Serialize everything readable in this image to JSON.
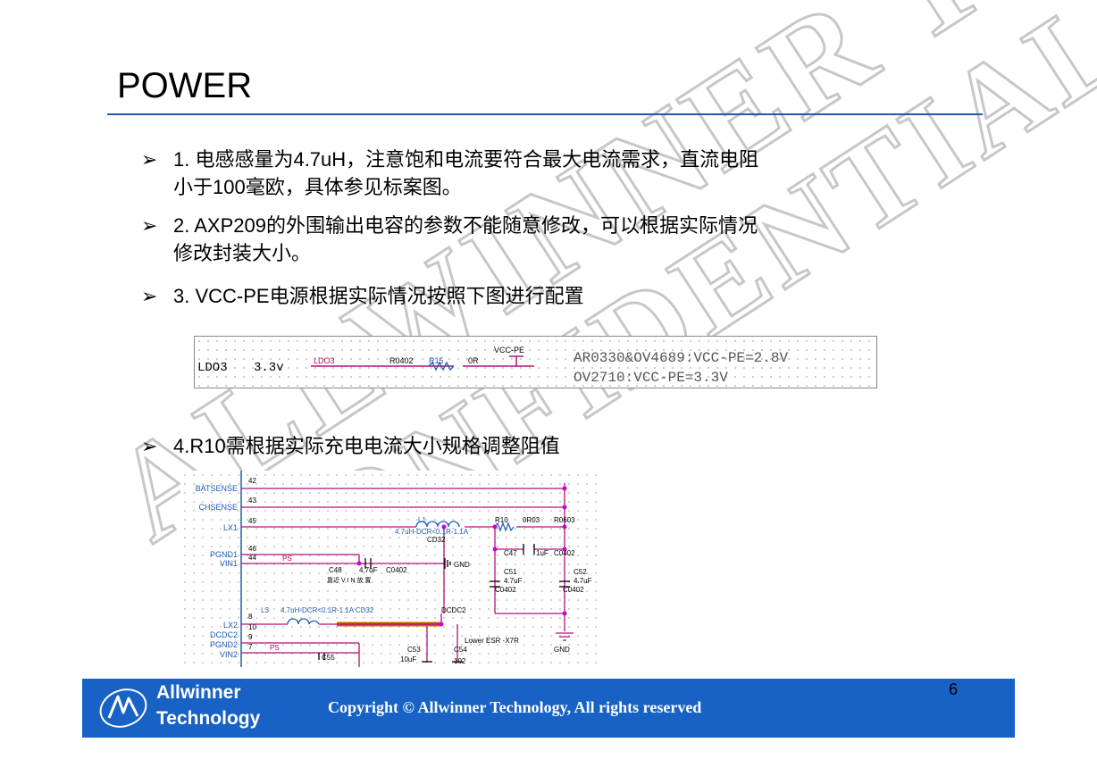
{
  "title": "POWER",
  "bullets": [
    {
      "mark": "➢",
      "lines": [
        "1. 电感感量为4.7uH，注意饱和电流要符合最大电流需求，直流电阻",
        "小于100毫欧，具体参见标案图。"
      ]
    },
    {
      "mark": "➢",
      "lines": [
        "2. AXP209的外围输出电容的参数不能随意修改，可以根据实际情况",
        "修改封装大小。"
      ]
    },
    {
      "mark": "➢",
      "lines": [
        "3. VCC-PE电源根据实际情况按照下图进行配置"
      ]
    },
    {
      "mark": "➢",
      "lines": [
        "4.R10需根据实际充电电流大小规格调整阻值"
      ]
    }
  ],
  "schematic1": {
    "ldo": "LDO3",
    "voltage": "3.3v",
    "net": "LDO3",
    "pkg": "R0402",
    "ref": "R15",
    "value": "0R",
    "vcc": "VCC-PE",
    "note1": "AR0330&OV4689:VCC-PE=2.8V",
    "note2": "OV2710:VCC-PE=3.3V"
  },
  "schematic2": {
    "pins": [
      {
        "name": "BATSENSE",
        "num": "42"
      },
      {
        "name": "CHSENSE",
        "num": "43"
      },
      {
        "name": "LX1",
        "num": "45"
      },
      {
        "name": "PGND1",
        "num": "46"
      },
      {
        "name": "VIN1",
        "num": "44"
      },
      {
        "name": "LX2",
        "num": "8"
      },
      {
        "name": "DCDC2",
        "num": "10"
      },
      {
        "name": "PGND2",
        "num": "9"
      },
      {
        "name": "VIN2",
        "num": "7"
      }
    ],
    "l1": "L1",
    "l1_spec": "4.7uH-DCR<0.1R-1.1A",
    "l1_pkg": "CD32",
    "r10": "R10",
    "r10_val": "0R03",
    "r10_pkg": "R0603",
    "ps1": "PS",
    "c48": "C48",
    "c48_val": "4.7uF",
    "c48_pkg": "C0402",
    "c48_note": "靠近 V I N 放 置",
    "gnd1": "GND",
    "c47": "C47",
    "c47_val": "1uF",
    "c47_pkg": "C0402",
    "c51": "C51",
    "c51_val": "4.7uF",
    "c51_pkg": "C0402",
    "c52": "C52",
    "c52_val": "4.7uF",
    "c52_pkg": "C0402",
    "l3": "L3",
    "l3_spec": "4.7uH-DCR<0.1R-1.1A CD32",
    "dcdc2": "DCDC2",
    "ps2": "PS",
    "lower_esr": "Lower ESR -X7R",
    "c53": "C53",
    "c53_val": "10uF",
    "c54": "C54",
    "c54_val": "102",
    "c55": "C55",
    "gnd2": "GND"
  },
  "watermark": [
    "ALLWINNER TECH",
    "CONFIDENTIAL"
  ],
  "footer": {
    "brand_line1": "Allwinner",
    "brand_line2": "Technology",
    "copyright": "Copyright © Allwinner Technology, All rights reserved",
    "page_number": "6"
  },
  "colors": {
    "accent": "#1e5bb5",
    "footer": "#1762c4",
    "net": "#c0006a",
    "wire": "#b0107a"
  }
}
